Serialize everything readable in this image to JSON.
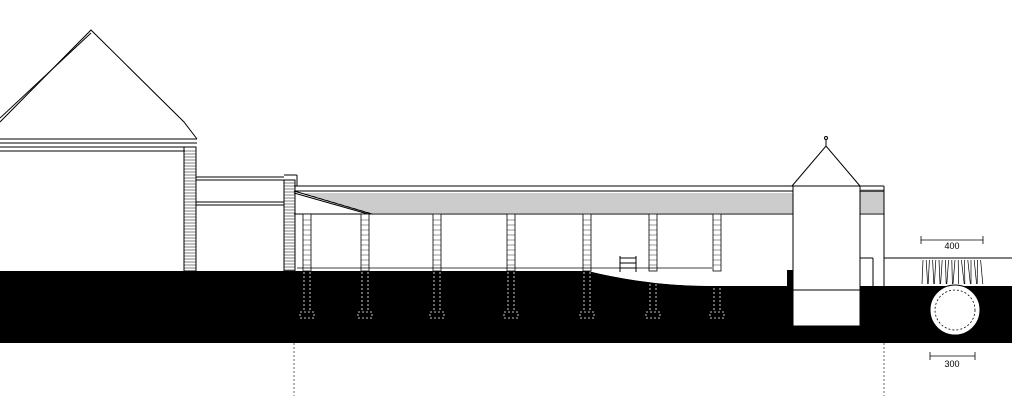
{
  "drawing": {
    "type": "architectural-section",
    "dimensions": [
      {
        "id": "upper",
        "label": "400"
      },
      {
        "id": "lower",
        "label": "300"
      }
    ],
    "colors": {
      "ink": "#000000",
      "paper": "#ffffff",
      "ground": "#000000"
    }
  }
}
